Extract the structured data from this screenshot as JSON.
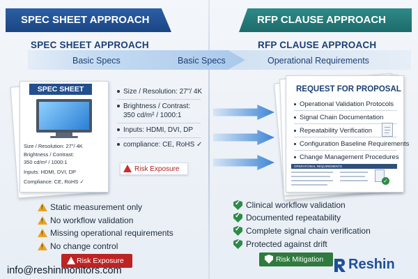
{
  "left": {
    "banner": "SPEC SHEET APPROACH",
    "subhead": "SPEC SHEET APPROACH",
    "arrow_labels": [
      "Basic Specs",
      "Basic Specs"
    ],
    "card": {
      "title": "SPEC SHEET",
      "items": [
        "Size / Resolution: 27\"/ 4K",
        "Brightness / Contrast:",
        "350 cd/m² / 1000:1",
        "Inputs: HDMI, DVI, DP",
        "Compliance: CE, RoHS ✓"
      ]
    },
    "specs": [
      "Size / Resolution: 27\"/ 4K",
      "Brightness / Contrast:",
      "350 cd/m² / 1000:1",
      "Inputs: HDMI, DVI, DP",
      "compliance: CE, RoHS ✓"
    ],
    "risk_badge": "Risk Exposure",
    "risks": [
      "Static measurement only",
      "No workflow validation",
      "Missing operational requirements",
      "No change control"
    ],
    "risk_button": "Risk Exposure"
  },
  "right": {
    "banner": "RFP CLAUSE APPROACH",
    "subhead": "RFP CLAUSE APPROACH",
    "arrow_label": "Operational Requirements",
    "doc": {
      "title": "REQUEST FOR PROPOSAL",
      "items": [
        "Operational Validation Protocols",
        "Signal Chain Documentation",
        "Repeatability Verification",
        "Configuration Baseline Requirements",
        "Change Management Procedures"
      ],
      "table_header": "OPERATIONAL REQUIREMENTS"
    },
    "mitigations": [
      "Clinical workflow validation",
      "Documented repeatability",
      "Complete signal chain verification",
      "Protected against drift"
    ],
    "mitigation_button": "Risk Mitigation"
  },
  "footer": {
    "email": "info@reshinmonitors.com",
    "logo_text": "Reshin"
  },
  "colors": {
    "left_accent": "#1b4583",
    "right_accent": "#1d6b6b",
    "risk_red": "#bd2424",
    "mitigation_green": "#2f7a3e",
    "warning_amber": "#e8a326"
  }
}
